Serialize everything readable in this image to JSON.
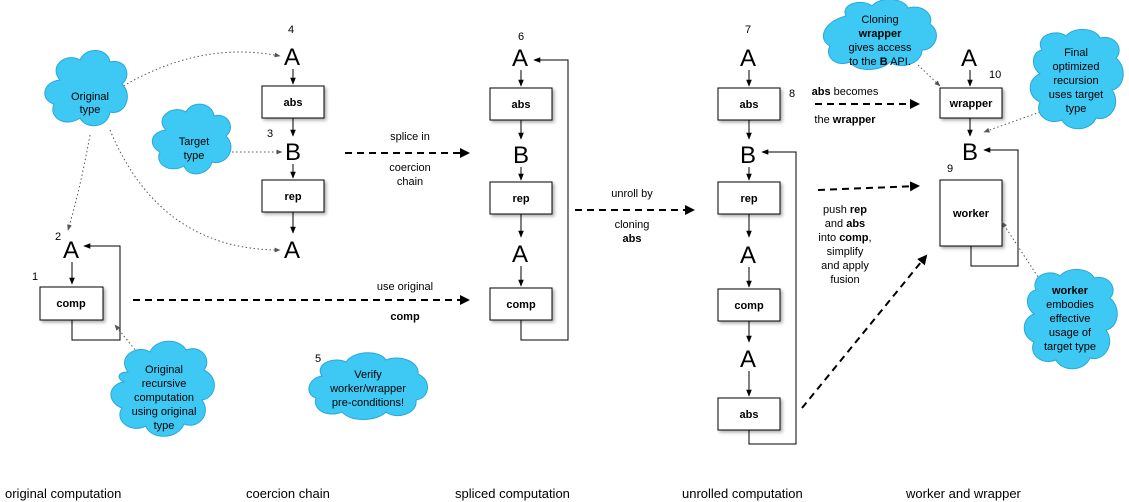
{
  "colors": {
    "cloud_fill": "#3ec8f4",
    "cloud_stroke": "#2aa8d8",
    "box_shadow": "#bbbbbb",
    "line": "#000000"
  },
  "type_A": "A",
  "type_B": "B",
  "stages": {
    "original": {
      "caption": "original computation",
      "num_A": "2",
      "num_box": "1",
      "box": "comp"
    },
    "coercion": {
      "caption": "coercion chain",
      "num_A_top": "4",
      "num_B": "3",
      "box_abs": "abs",
      "box_rep": "rep"
    },
    "spliced": {
      "caption": "spliced computation",
      "num_A_top": "6",
      "box_abs": "abs",
      "box_rep": "rep",
      "box_comp": "comp"
    },
    "unrolled": {
      "caption": "unrolled computation",
      "num_A_top": "7",
      "num_abs": "8",
      "box_abs_top": "abs",
      "box_rep": "rep",
      "box_comp": "comp",
      "box_abs_bottom": "abs"
    },
    "worker_wrapper": {
      "caption": "worker and wrapper",
      "num_wrapper": "10",
      "num_worker": "9",
      "box_wrapper": "wrapper",
      "box_worker": "worker"
    }
  },
  "arrows": {
    "splice": {
      "line1": "splice in",
      "line2": "coercion",
      "line3": "chain"
    },
    "use_original": {
      "line1": "use original",
      "line2": "comp"
    },
    "unroll": {
      "line1": "unroll by",
      "line2": "cloning",
      "line3": "abs"
    },
    "becomes": {
      "bold1": "abs",
      "text1": " becomes",
      "text2": "the ",
      "bold2": "wrapper"
    },
    "push": {
      "l1_text": "push ",
      "l1_bold": "rep",
      "l2_text": "and ",
      "l2_bold": "abs",
      "l3_text": "into ",
      "l3_bold": "comp",
      "l3_tail": ",",
      "l4": "simplify",
      "l5": "and apply",
      "l6": "fusion"
    }
  },
  "verify_number": "5",
  "clouds": {
    "original_type": [
      "Original",
      "type"
    ],
    "target_type": [
      "Target",
      "type"
    ],
    "original_recursive": [
      "Original",
      "recursive",
      "computation",
      "using original",
      "type"
    ],
    "verify": [
      "Verify",
      "worker/wrapper",
      "pre-conditions!"
    ],
    "cloning_wrapper": {
      "l1": "Cloning",
      "l2": "wrapper",
      "l3": "gives access",
      "l4_text": "to the ",
      "l4_bold": "B",
      "l4_tail": " API."
    },
    "final_optimized": [
      "Final",
      "optimized",
      "recursion",
      "uses target",
      "type"
    ],
    "worker_embodies": {
      "l1": "worker",
      "lines": [
        "embodies",
        "effective",
        "usage of",
        "target type"
      ]
    }
  }
}
